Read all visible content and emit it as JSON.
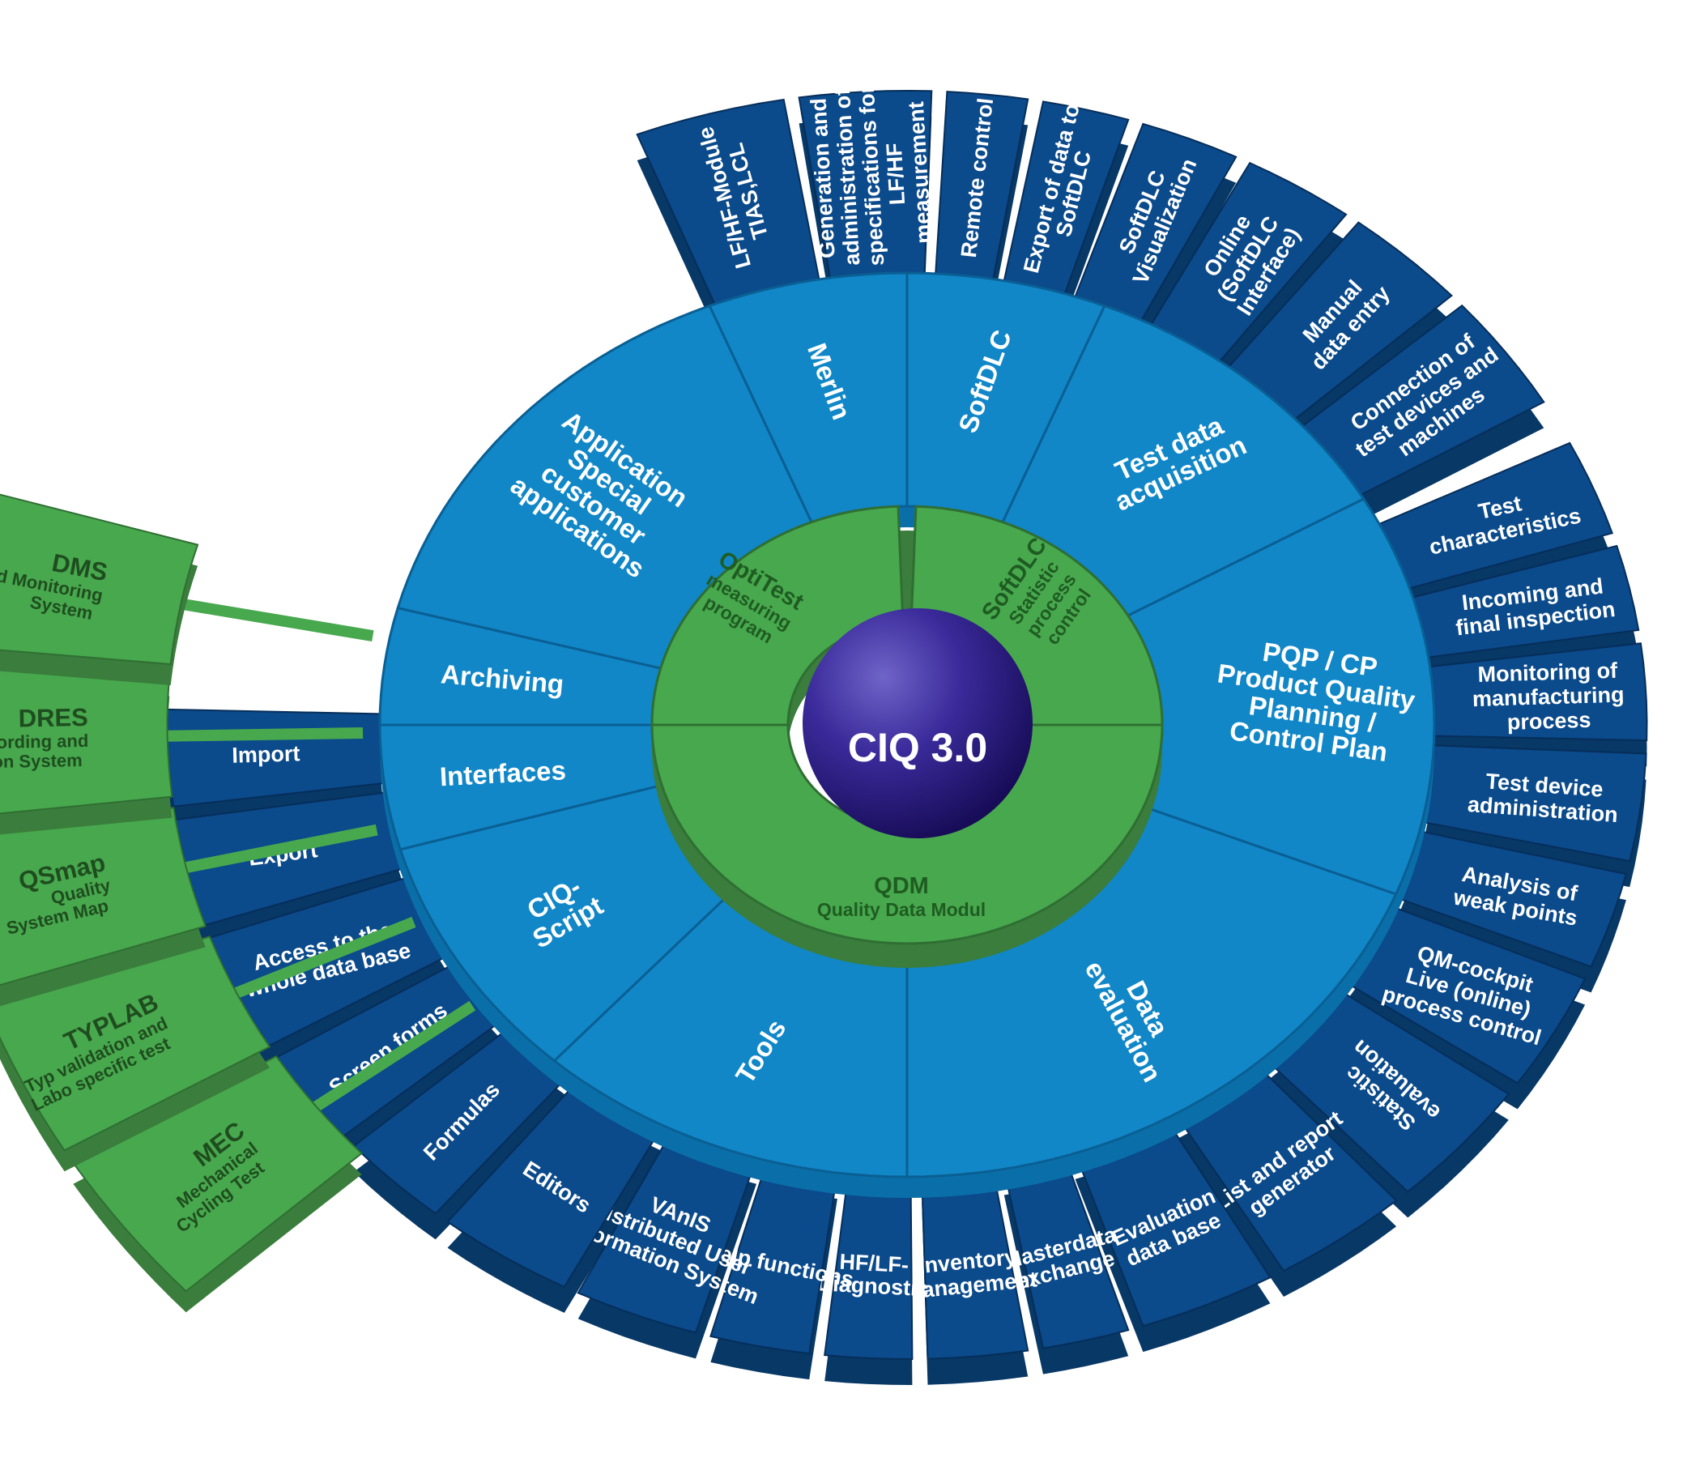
{
  "center": {
    "label": "CIQ 3.0"
  },
  "core": [
    {
      "title": "OptiTest",
      "subtitle": [
        "measuring",
        "program"
      ]
    },
    {
      "title": "SoftDLC",
      "subtitle": [
        "Statistic",
        "process",
        "control"
      ]
    },
    {
      "title": "QDM",
      "subtitle": [
        "Quality Data Modul"
      ]
    }
  ],
  "middle_ring": [
    {
      "label": [
        "Merlin"
      ]
    },
    {
      "label": [
        "SoftDLC"
      ]
    },
    {
      "label": [
        "Test data",
        "acquisition"
      ]
    },
    {
      "label": [
        "PQP / CP",
        "Product Quality",
        "Planning /",
        "Control Plan"
      ]
    },
    {
      "label": [
        "Data",
        "evaluation"
      ]
    },
    {
      "label": [
        "Tools"
      ]
    },
    {
      "label": [
        "CIQ-",
        "Script"
      ]
    },
    {
      "label": [
        "Interfaces"
      ]
    },
    {
      "label": [
        "Archiving"
      ]
    },
    {
      "label": [
        "Application",
        "Special",
        "customer",
        "applications"
      ]
    }
  ],
  "outer_ring": [
    {
      "label": [
        "LF/HF-Module",
        "TIAS,LCL"
      ]
    },
    {
      "label": [
        "Generation and",
        "administration of",
        "specifications for",
        "LF/HF",
        "measurement"
      ]
    },
    {
      "label": [
        "Remote control"
      ]
    },
    {
      "label": [
        "Export of data to",
        "SoftDLC"
      ]
    },
    {
      "label": [
        "SoftDLC",
        "Visualization"
      ]
    },
    {
      "label": [
        "Online",
        "(SoftDLC",
        "Interface)"
      ]
    },
    {
      "label": [
        "Manual",
        "data entry"
      ]
    },
    {
      "label": [
        "Connection of",
        "test devices and",
        "machines"
      ]
    },
    {
      "label": [
        "Test",
        "characteristics"
      ]
    },
    {
      "label": [
        "Incoming and",
        "final inspection"
      ]
    },
    {
      "label": [
        "Monitoring of",
        "manufacturing",
        "process"
      ]
    },
    {
      "label": [
        "Test device",
        "administration"
      ]
    },
    {
      "label": [
        "Analysis of",
        "weak points"
      ]
    },
    {
      "label": [
        "QM-cockpit",
        "Live (online)",
        "process control"
      ]
    },
    {
      "label": [
        "Statistic",
        "evaluation"
      ]
    },
    {
      "label": [
        "List and report",
        "generator"
      ]
    },
    {
      "label": [
        "Evaluation",
        "data base"
      ]
    },
    {
      "label": [
        "Masterdata",
        "exchange"
      ]
    },
    {
      "label": [
        "Inventory",
        "management"
      ]
    },
    {
      "label": [
        "HF/LF-",
        "Diagnostic"
      ]
    },
    {
      "label": [
        "Help functions"
      ]
    },
    {
      "label": [
        "VAnIS",
        "Distributed User",
        "Information System"
      ]
    },
    {
      "label": [
        "Editors"
      ]
    },
    {
      "label": [
        "Formulas"
      ]
    },
    {
      "label": [
        "Screen forms"
      ]
    },
    {
      "label": [
        "Access to the",
        "whole data base"
      ]
    },
    {
      "label": [
        "Export"
      ]
    },
    {
      "label": [
        "Import"
      ]
    }
  ],
  "external_modules": [
    {
      "title": "MEC",
      "subtitle": [
        "Mechanical",
        "Cycling Test"
      ]
    },
    {
      "title": "TYPLAB",
      "subtitle": [
        "Typ validation and",
        "Labo specific test"
      ]
    },
    {
      "title": "QSmap",
      "subtitle": [
        "Quality",
        "System Map"
      ]
    },
    {
      "title": "DRES",
      "subtitle": [
        "Defect Recording and",
        "Evaluation System"
      ]
    },
    {
      "title": "DMS",
      "subtitle": [
        "Distributed Monitoring",
        "System"
      ]
    }
  ],
  "colors": {
    "outer_fill": "#0b4a8b",
    "outer_side": "#073866",
    "middle_fill": "#1187c8",
    "middle_rim": "#0a6fa8",
    "green": "#48a84e",
    "green_dark": "#3a7d3c",
    "sphere": "#2e1f84"
  }
}
